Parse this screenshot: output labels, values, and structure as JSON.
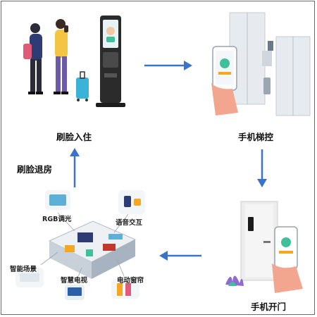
{
  "steps": {
    "checkin": "刷脸入住",
    "elevator": "手机梯控",
    "door": "手机开门",
    "checkout": "刷脸退房"
  },
  "room_features": {
    "rgb_light": "RGB调光",
    "voice": "语音交互",
    "scene": "智能场景",
    "tv": "智慧电视",
    "curtain": "电动窗帘"
  },
  "colors": {
    "arrow": "#3a74c9",
    "accent_green": "#3fbf9a",
    "accent_orange": "#f5a623"
  }
}
